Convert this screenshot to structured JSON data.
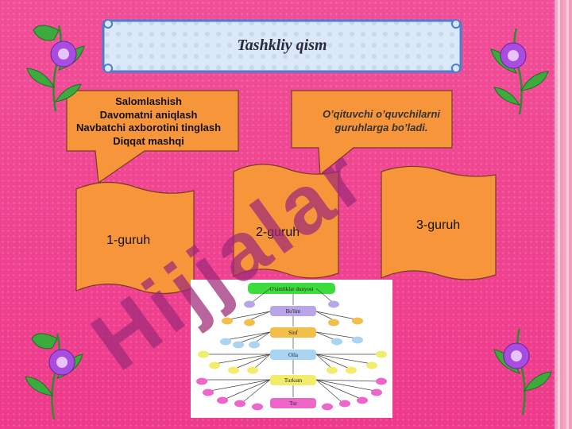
{
  "title": "Tashkliy qism",
  "left_callout": {
    "lines": [
      "Salomlashish",
      "Davomatni aniqlash",
      "Navbatchi axborotini tinglash",
      "Diqqat mashqi"
    ]
  },
  "right_callout": {
    "lines": [
      "O’qituvchi o’quvchilarni",
      "guruhlarga bo’ladi."
    ]
  },
  "groups": [
    {
      "label": "1-guruh"
    },
    {
      "label": "2-guruh"
    },
    {
      "label": "3-guruh"
    }
  ],
  "watermark": "Hijjalar",
  "diagram": {
    "levels": [
      "O'simliklar dunyosi",
      "Bo'lim",
      "Sinf",
      "Oila",
      "Turkum",
      "Tur"
    ]
  },
  "colors": {
    "background": "#ee3a8b",
    "callout_fill": "#f7953a",
    "callout_border": "#7a3a20",
    "banner_fill": "#dbe8f8",
    "banner_border": "#4a7fd0",
    "watermark": "#9c2a78"
  }
}
